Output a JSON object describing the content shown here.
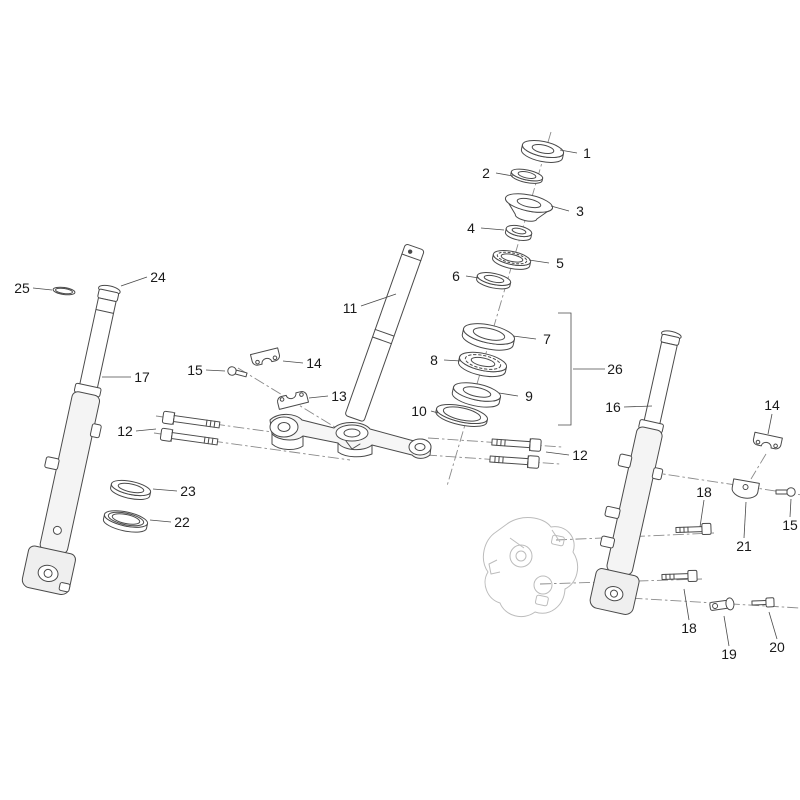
{
  "colors": {
    "bg": "#ffffff",
    "line": "#4a4a4a",
    "dash": "#8a8a8a",
    "ghost": "#bcbcbc",
    "label": "#1a1a1a"
  },
  "callouts": [
    {
      "label": "1"
    },
    {
      "label": "2"
    },
    {
      "label": "3"
    },
    {
      "label": "4"
    },
    {
      "label": "5"
    },
    {
      "label": "6"
    },
    {
      "label": "7"
    },
    {
      "label": "8"
    },
    {
      "label": "9"
    },
    {
      "label": "10"
    },
    {
      "label": "11"
    },
    {
      "label": "12"
    },
    {
      "label": "12"
    },
    {
      "label": "13"
    },
    {
      "label": "14"
    },
    {
      "label": "15"
    },
    {
      "label": "16"
    },
    {
      "label": "17"
    },
    {
      "label": "18"
    },
    {
      "label": "18"
    },
    {
      "label": "19"
    },
    {
      "label": "20"
    },
    {
      "label": "21"
    },
    {
      "label": "22"
    },
    {
      "label": "23"
    },
    {
      "label": "24"
    },
    {
      "label": "25"
    },
    {
      "label": "26"
    },
    {
      "label": "14"
    },
    {
      "label": "15"
    }
  ]
}
